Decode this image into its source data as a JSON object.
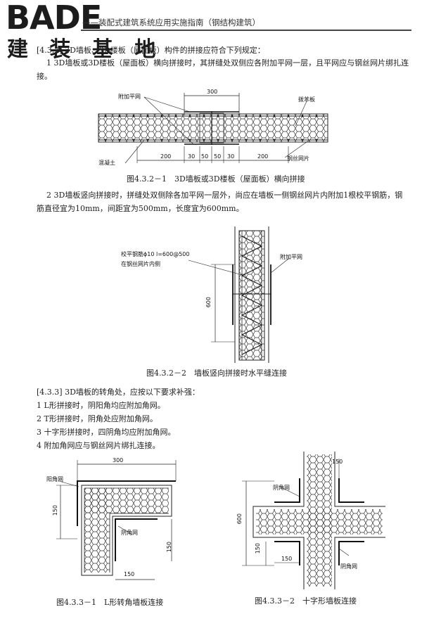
{
  "header": {
    "logo": "BADE",
    "logo_sub": "建 装 基 地",
    "book_title": "——装配式建筑系统应用实施指南（钢结构建筑）"
  },
  "section_432": {
    "intro": "[4.3.2] 3D墙板、3D楼板（屋面板）构件的拼接应符合下列规定：",
    "item1": "1 3D墙板或3D楼板（屋面板）横向拼接时，其拼缝处双侧应各附加平网一层，且平网应与钢丝网片绑扎连接。",
    "fig1": {
      "labels": {
        "flat_mesh": "附加平网",
        "eps_board": "拨苯板",
        "concrete": "混凝土",
        "steel_mesh": "钢丝网片"
      },
      "dims": {
        "top": "300",
        "bottom": [
          "200",
          "30",
          "50",
          "50",
          "30",
          "200"
        ]
      },
      "caption": "图4.3.2－1　3D墙板或3D楼板（屋面板）横向拼接"
    },
    "item2": "2 3D墙板竖向拼接时，拼缝处双侧除各加平网一层外，尚应在墙板一侧钢丝网片内附加1根校平钢筋，钢筋直径宜为10mm，间距宜为500mm，长度宜为600mm。",
    "fig2": {
      "label_rebar_1": "校平钢筋ϕ10 l=600@500",
      "label_rebar_2": "在钢丝网片内侧",
      "label_mesh": "附加平网",
      "dim": "600",
      "caption": "图4.3.2－2　墙板竖向拼接时水平缝连接"
    }
  },
  "section_433": {
    "intro": "[4.3.3] 3D墙板的转角处，应按以下要求补强：",
    "items": [
      "1 L形拼接时，阴阳角均应附加角网。",
      "2 T形拼接时，阴角处应附加角网。",
      "3 十字形拼接时，四阴角均应附加角网。",
      "4 附加角网应与钢丝网片绑扎连接。"
    ],
    "fig3": {
      "label_outer": "阳角网",
      "label_inner": "阴角网",
      "dims": {
        "top": "300",
        "left": "150",
        "right": "150",
        "bottom": "150"
      },
      "caption": "图4.3.3－1　L形转角墙板连接"
    },
    "fig4": {
      "label_inner_1": "阴角网",
      "label_inner_2": "阴角网",
      "dims": {
        "top": "150",
        "left": "600",
        "mid": "150",
        "bottom": "150"
      },
      "caption": "图4.3.3－2　十字形墙板连接"
    }
  }
}
